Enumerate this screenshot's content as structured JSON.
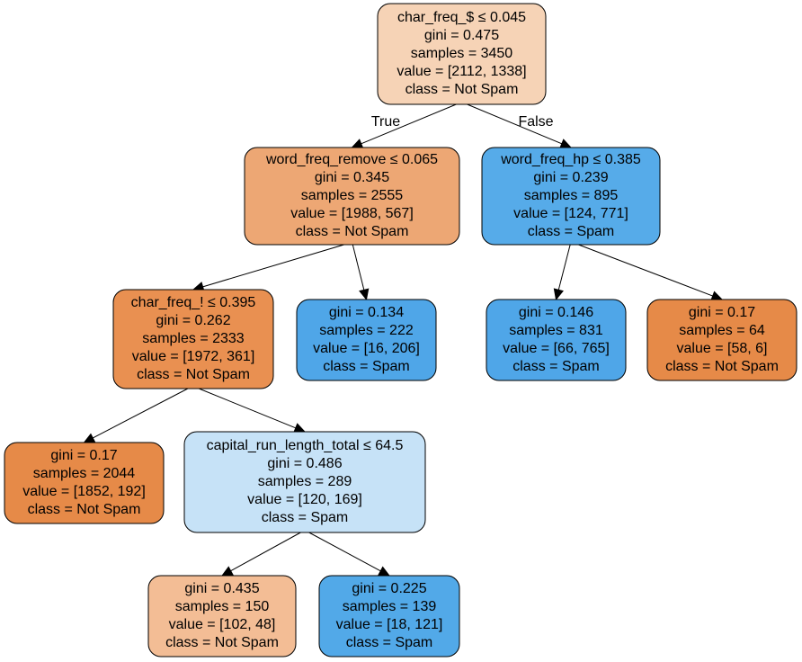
{
  "tree": {
    "edge_labels": {
      "true_label": "True",
      "false_label": "False"
    },
    "colors": {
      "not_spam_light": "#f6d3b6",
      "not_spam_mid": "#eda774",
      "not_spam_strong": "#e99051",
      "not_spam_full": "#e68a48",
      "not_spam_pale": "#f3bd95",
      "spam_strong": "#56abe9",
      "spam_full": "#4fa6e8",
      "spam_mid": "#52a9e8",
      "spam_pale": "#c6e2f7"
    },
    "nodes": [
      {
        "id": "n0",
        "lines": [
          "char_freq_$ ≤ 0.045",
          "gini = 0.475",
          "samples = 3450",
          "value = [2112, 1338]",
          "class = Not Spam"
        ],
        "color": "#f6d3b6"
      },
      {
        "id": "n1",
        "lines": [
          "word_freq_remove ≤ 0.065",
          "gini = 0.345",
          "samples = 2555",
          "value = [1988, 567]",
          "class = Not Spam"
        ],
        "color": "#eda774"
      },
      {
        "id": "n2",
        "lines": [
          "word_freq_hp ≤ 0.385",
          "gini = 0.239",
          "samples = 895",
          "value = [124, 771]",
          "class = Spam"
        ],
        "color": "#56abe9"
      },
      {
        "id": "n3",
        "lines": [
          "char_freq_! ≤ 0.395",
          "gini = 0.262",
          "samples = 2333",
          "value = [1972, 361]",
          "class = Not Spam"
        ],
        "color": "#e99051"
      },
      {
        "id": "n4",
        "lines": [
          "gini = 0.134",
          "samples = 222",
          "value = [16, 206]",
          "class = Spam"
        ],
        "color": "#4fa6e8"
      },
      {
        "id": "n5",
        "lines": [
          "gini = 0.146",
          "samples = 831",
          "value = [66, 765]",
          "class = Spam"
        ],
        "color": "#4fa6e8"
      },
      {
        "id": "n6",
        "lines": [
          "gini = 0.17",
          "samples = 64",
          "value = [58, 6]",
          "class = Not Spam"
        ],
        "color": "#e68a48"
      },
      {
        "id": "n7",
        "lines": [
          "gini = 0.17",
          "samples = 2044",
          "value = [1852, 192]",
          "class = Not Spam"
        ],
        "color": "#e68a48"
      },
      {
        "id": "n8",
        "lines": [
          "capital_run_length_total ≤ 64.5",
          "gini = 0.486",
          "samples = 289",
          "value = [120, 169]",
          "class = Spam"
        ],
        "color": "#c6e2f7"
      },
      {
        "id": "n9",
        "lines": [
          "gini = 0.435",
          "samples = 150",
          "value = [102, 48]",
          "class = Not Spam"
        ],
        "color": "#f3bd95"
      },
      {
        "id": "n10",
        "lines": [
          "gini = 0.225",
          "samples = 139",
          "value = [18, 121]",
          "class = Spam"
        ],
        "color": "#52a9e8"
      }
    ],
    "edges": [
      {
        "from": "n0",
        "to": "n1",
        "label": "True"
      },
      {
        "from": "n0",
        "to": "n2",
        "label": "False"
      },
      {
        "from": "n1",
        "to": "n3",
        "label": ""
      },
      {
        "from": "n1",
        "to": "n4",
        "label": ""
      },
      {
        "from": "n2",
        "to": "n5",
        "label": ""
      },
      {
        "from": "n2",
        "to": "n6",
        "label": ""
      },
      {
        "from": "n3",
        "to": "n7",
        "label": ""
      },
      {
        "from": "n3",
        "to": "n8",
        "label": ""
      },
      {
        "from": "n8",
        "to": "n9",
        "label": ""
      },
      {
        "from": "n8",
        "to": "n10",
        "label": ""
      }
    ]
  }
}
